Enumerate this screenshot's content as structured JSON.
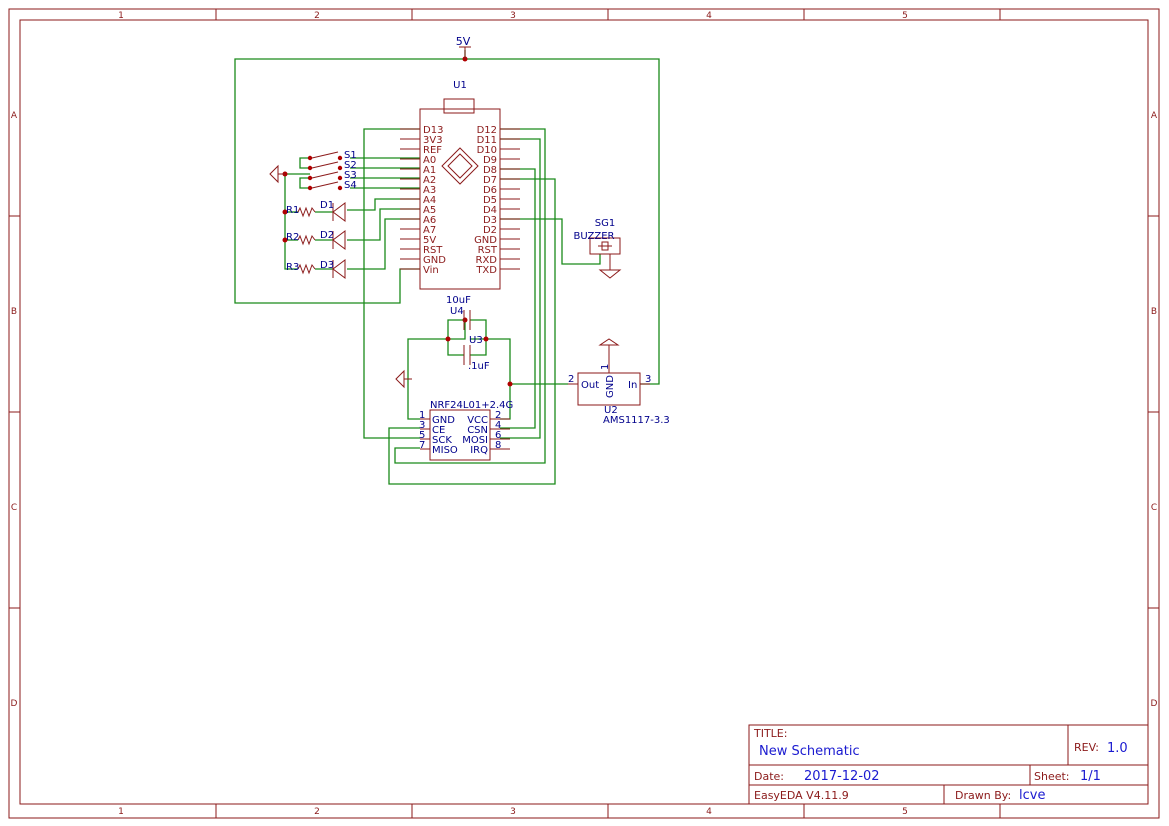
{
  "grid": {
    "cols": [
      "1",
      "2",
      "3",
      "4",
      "5"
    ],
    "rows": [
      "A",
      "B",
      "C",
      "D"
    ]
  },
  "power": {
    "label": "5V"
  },
  "u1": {
    "ref": "U1",
    "left_pins": [
      "D13",
      "3V3",
      "REF",
      "A0",
      "A1",
      "A2",
      "A3",
      "A4",
      "A5",
      "A6",
      "A7",
      "5V",
      "RST",
      "GND",
      "Vin"
    ],
    "right_pins": [
      "D12",
      "D11",
      "D10",
      "D9",
      "D8",
      "D7",
      "D6",
      "D5",
      "D4",
      "D3",
      "D2",
      "GND",
      "RST",
      "RXD",
      "TXD"
    ]
  },
  "switches": [
    "S1",
    "S2",
    "S3",
    "S4"
  ],
  "resistors": [
    "R1",
    "R2",
    "R3"
  ],
  "leds": [
    "D1",
    "D2",
    "D3"
  ],
  "buzzer": {
    "ref": "SG1",
    "value": "BUZZER"
  },
  "caps": {
    "c1_value": "10uF",
    "c1_ref": "U4",
    "c2_value": ".1uF",
    "c2_ref": "U3"
  },
  "nrf": {
    "name": "NRF24L01+2.4G",
    "left": [
      {
        "num": "1",
        "name": "GND"
      },
      {
        "num": "3",
        "name": "CE"
      },
      {
        "num": "5",
        "name": "SCK"
      },
      {
        "num": "7",
        "name": "MISO"
      }
    ],
    "right": [
      {
        "num": "2",
        "name": "VCC"
      },
      {
        "num": "4",
        "name": "CSN"
      },
      {
        "num": "6",
        "name": "MOSI"
      },
      {
        "num": "8",
        "name": "IRQ"
      }
    ]
  },
  "reg": {
    "ref": "U2",
    "value": "AMS1117-3.3",
    "out_label": "Out",
    "in_label": "In",
    "gnd_label": "GND",
    "pin_out": "2",
    "pin_in": "3",
    "pin_gnd": "1"
  },
  "title_block": {
    "title_label": "TITLE:",
    "title": "New Schematic",
    "rev_label": "REV:",
    "rev": "1.0",
    "date_label": "Date:",
    "date": "2017-12-02",
    "sheet_label": "Sheet:",
    "sheet": "1/1",
    "tool": "EasyEDA V4.11.9",
    "drawn_label": "Drawn By:",
    "drawn_by": "lcve"
  }
}
